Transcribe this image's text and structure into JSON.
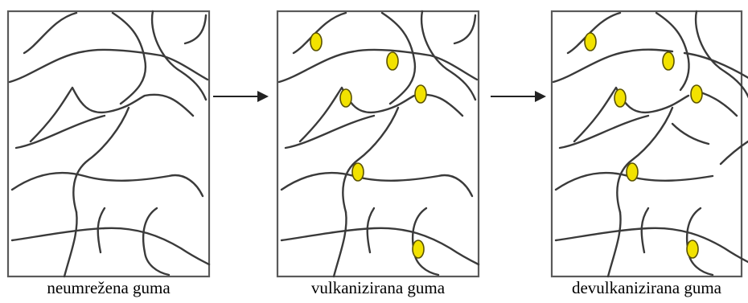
{
  "panels": [
    {
      "id": "unvulcanized",
      "caption": "neumrežena guma"
    },
    {
      "id": "vulcanized",
      "caption": "vulkanizirana guma"
    },
    {
      "id": "devulcanized",
      "caption": "devulkanizirana guma"
    }
  ],
  "colors": {
    "chain": "#3a3a3a",
    "crosslink_fill": "#f2e200",
    "crosslink_stroke": "#5a5200",
    "frame": "#5a5a5a"
  }
}
